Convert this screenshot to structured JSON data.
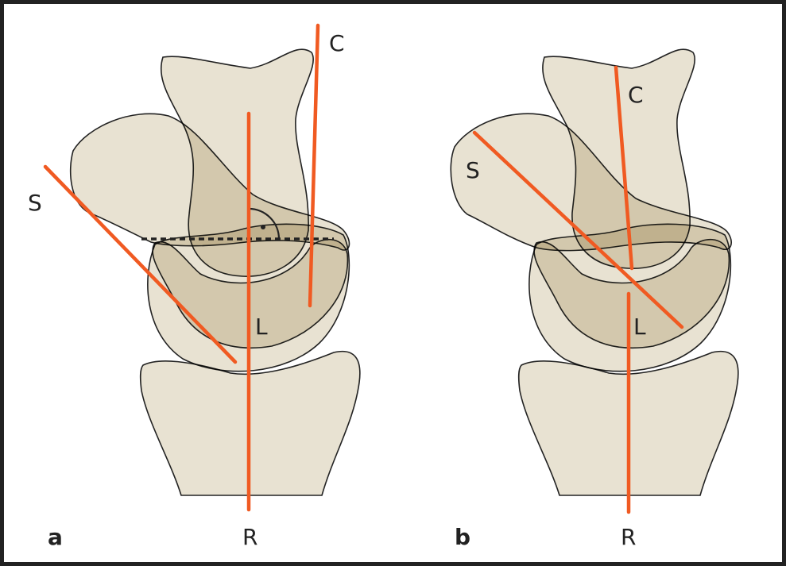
{
  "colors": {
    "bone": "#e0d8c3",
    "bone_overlap": "#d4cbb0",
    "axis": "#f05a22",
    "outline": "#222222"
  },
  "panel_a": {
    "label": "a",
    "capitate": "C",
    "scaphoid": "S",
    "lunate": "L",
    "radius": "R"
  },
  "panel_b": {
    "label": "b",
    "capitate": "C",
    "scaphoid": "S",
    "lunate": "L",
    "radius": "R"
  }
}
